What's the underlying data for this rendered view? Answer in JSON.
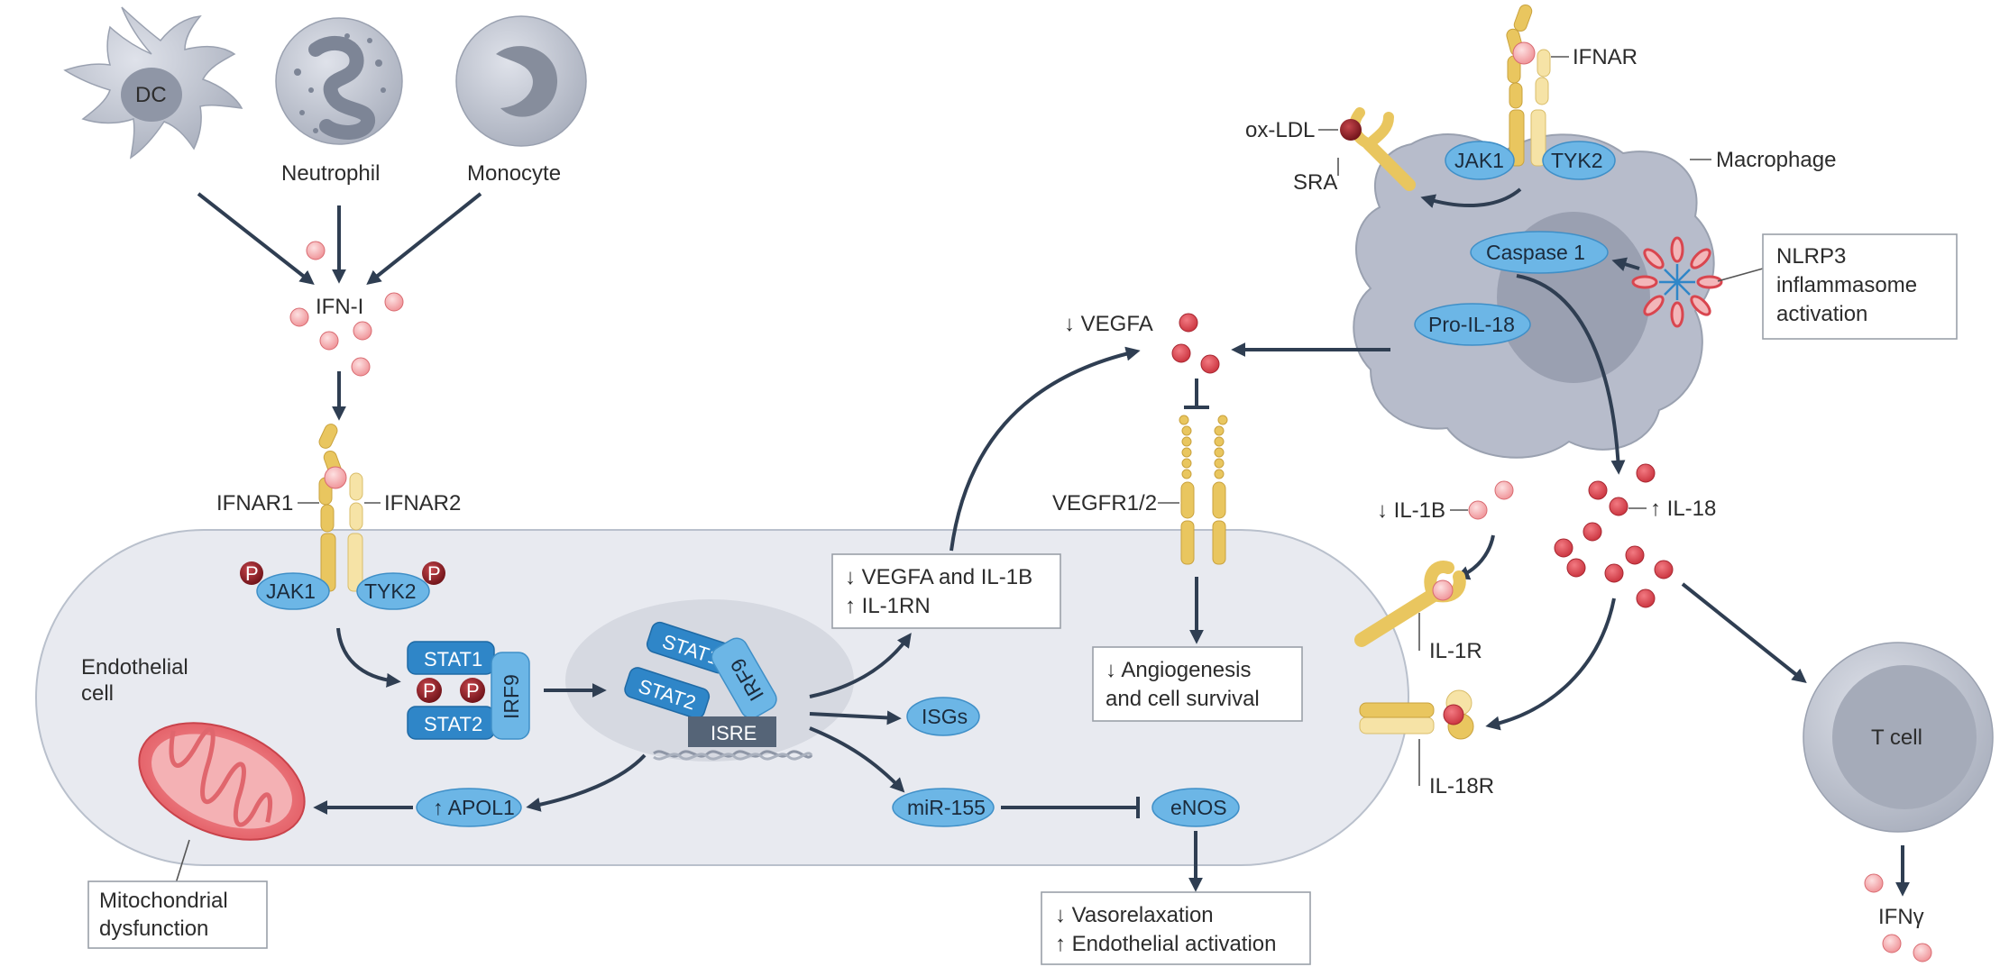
{
  "colors": {
    "arrow": "#2f3e52",
    "cell_fill": "#e8eaf0",
    "cell_stroke": "#b9c0cc",
    "protein_blue": "#6cb6e6",
    "stat_blue": "#2f86c8",
    "receptor_gold": "#e9c65f",
    "ligand_pink": "#f2a2a6",
    "ligand_red": "#d8454f",
    "phospho_red": "#8c1c22",
    "mito_red": "#e9686f"
  },
  "cells": {
    "dc": "DC",
    "neutrophil": "Neutrophil",
    "monocyte": "Monocyte",
    "endothelial_line1": "Endothelial",
    "endothelial_line2": "cell",
    "macrophage": "Macrophage",
    "tcell": "T cell"
  },
  "ligands": {
    "ifn_i": "IFN-I",
    "vegfa": "↓ VEGFA",
    "il1b": "↓ IL-1B",
    "il18": "↑ IL-18",
    "ifng": "IFNγ",
    "ox_ldl": "ox-LDL"
  },
  "receptors": {
    "ifnar1": "IFNAR1",
    "ifnar2": "IFNAR2",
    "ifnar": "IFNAR",
    "sra": "SRA",
    "vegfr": "VEGFR1/2",
    "il1r": "IL-1R",
    "il18r": "IL-18R"
  },
  "proteins": {
    "jak1": "JAK1",
    "tyk2": "TYK2",
    "stat1": "STAT1",
    "stat2": "STAT2",
    "irf9": "IRF9",
    "isre": "ISRE",
    "isgs": "ISGs",
    "apol1": "↑ APOL1",
    "mir155": "miR-155",
    "enos": "eNOS",
    "caspase1": "Caspase 1",
    "pro_il18": "Pro-IL-18",
    "phospho": "P"
  },
  "boxes": {
    "vegfa_il1b_line1": "↓ VEGFA and IL-1B",
    "vegfa_il1b_line2": "↑ IL-1RN",
    "angio_line1": "↓ Angiogenesis",
    "angio_line2": "and cell survival",
    "vaso_line1": "↓ Vasorelaxation",
    "vaso_line2": "↑ Endothelial activation",
    "mito_line1": "Mitochondrial",
    "mito_line2": "dysfunction",
    "nlrp3_line1": "NLRP3",
    "nlrp3_line2": "inflammasome",
    "nlrp3_line3": "activation"
  }
}
